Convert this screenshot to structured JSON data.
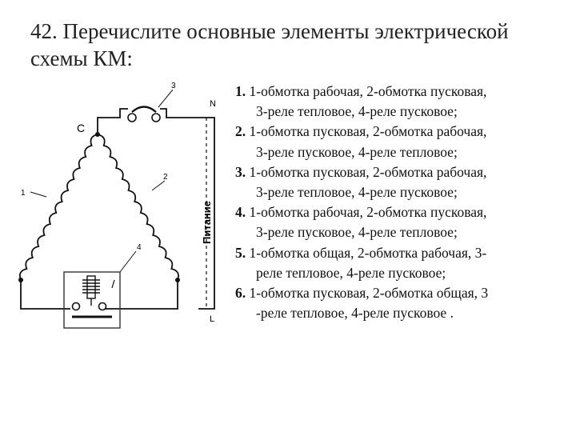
{
  "title": "42. Перечислите основные элементы электрической схемы КМ:",
  "diagram": {
    "node_c": "С",
    "node_n": "N",
    "node_l": "L",
    "label_1": "1",
    "label_2": "2",
    "label_3": "3",
    "label_4": "4",
    "supply": "Питание"
  },
  "answers": [
    {
      "num": "1.",
      "line1": "1-обмотка рабочая, 2-обмотка пусковая,",
      "line2": "3-реле тепловое, 4-реле пусковое;"
    },
    {
      "num": "2.",
      "line1": "1-обмотка пусковая, 2-обмотка рабочая,",
      "line2": "3-реле пусковое, 4-реле тепловое;"
    },
    {
      "num": "3.",
      "line1": "1-обмотка пусковая, 2-обмотка рабочая,",
      "line2": "3-реле тепловое, 4-реле пусковое;"
    },
    {
      "num": "4.",
      "line1": "1-обмотка рабочая, 2-обмотка пусковая,",
      "line2": "3-реле пусковое, 4-реле тепловое;"
    },
    {
      "num": "5.",
      "line1": "1-обмотка общая, 2-обмотка рабочая, 3-",
      "line2": "реле тепловое, 4-реле пусковое;"
    },
    {
      "num": "6.",
      "line1": "1-обмотка пусковая, 2-обмотка общая, 3",
      "line2": "-реле тепловое, 4-реле пусковое ."
    }
  ]
}
